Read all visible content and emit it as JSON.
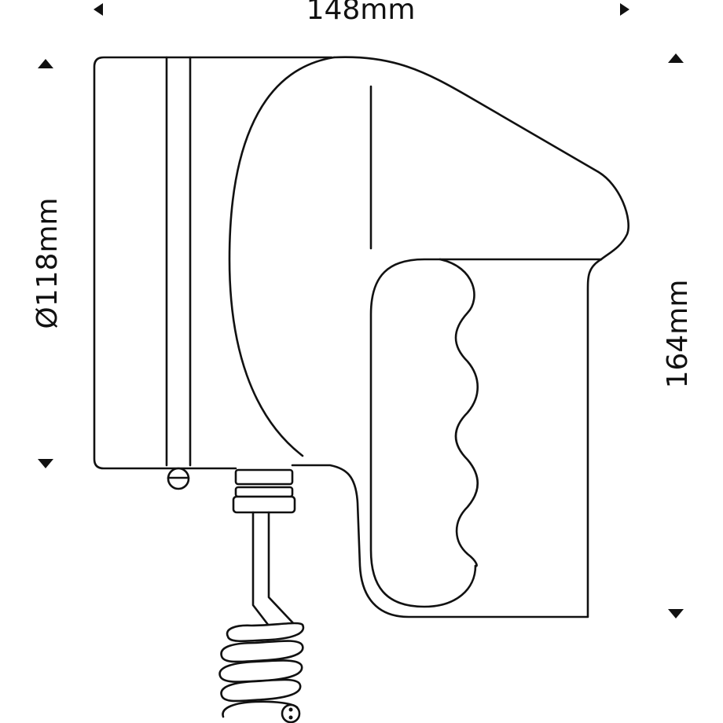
{
  "dimensions": {
    "width_label": "148mm",
    "diameter_label": "Ø118mm",
    "height_label": "164mm"
  },
  "colors": {
    "line": "#111111",
    "background": "#ffffff"
  }
}
